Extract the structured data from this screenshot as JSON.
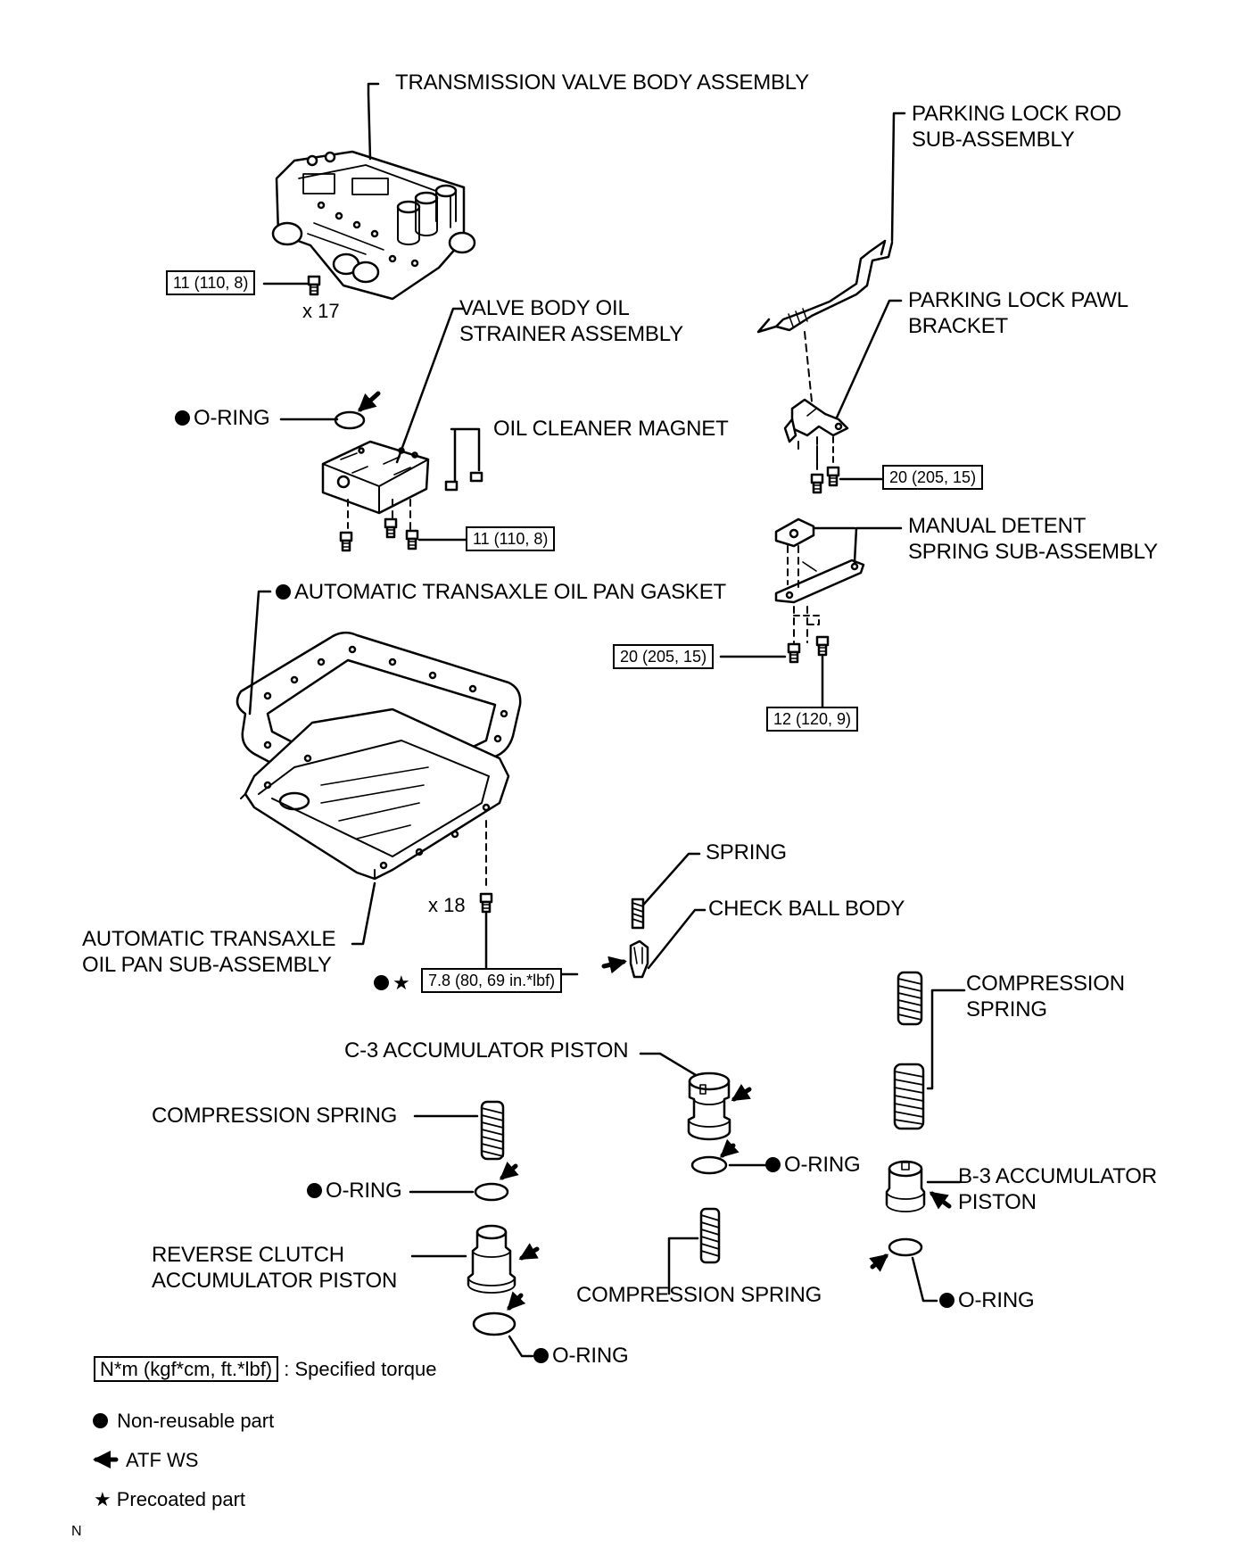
{
  "labels": {
    "valve_body": "TRANSMISSION VALVE BODY ASSEMBLY",
    "parking_rod": [
      "PARKING LOCK ROD",
      "SUB-ASSEMBLY"
    ],
    "parking_pawl": [
      "PARKING LOCK PAWL",
      "BRACKET"
    ],
    "strainer": [
      "VALVE BODY OIL",
      "STRAINER ASSEMBLY"
    ],
    "oring_1": "O-RING",
    "magnet": "OIL CLEANER MAGNET",
    "manual_detent": [
      "MANUAL DETENT",
      "SPRING SUB-ASSEMBLY"
    ],
    "pan_gasket": "AUTOMATIC TRANSAXLE OIL PAN GASKET",
    "oil_pan": [
      "AUTOMATIC TRANSAXLE",
      "OIL PAN SUB-ASSEMBLY"
    ],
    "spring": "SPRING",
    "check_ball": "CHECK BALL BODY",
    "comp_spring_right": [
      "COMPRESSION",
      "SPRING"
    ],
    "c3_piston": "C-3 ACCUMULATOR PISTON",
    "comp_spring_left": "COMPRESSION SPRING",
    "oring_c3": "O-RING",
    "oring_left": "O-RING",
    "b3_piston": [
      "B-3 ACCUMULATOR",
      "PISTON"
    ],
    "reverse_piston": [
      "REVERSE CLUTCH",
      "ACCUMULATOR PISTON"
    ],
    "comp_spring_mid": "COMPRESSION SPRING",
    "oring_b3": "O-RING",
    "oring_reverse": "O-RING"
  },
  "torques": {
    "valve_body_bolt": "11 (110, 8)",
    "strainer_bolt": "11 (110, 8)",
    "pawl_bracket_bolt": "20 (205, 15)",
    "detent_bolt": "20 (205, 15)",
    "detent_bolt_2": "12 (120, 9)",
    "oil_pan_bolt": "7.8 (80, 69 in.*lbf)"
  },
  "quantities": {
    "valve_body_bolts": "x 17",
    "oil_pan_bolts": "x 18"
  },
  "legend": {
    "torque_box": "N*m (kgf*cm, ft.*lbf)",
    "torque_text": ": Specified torque",
    "non_reusable": "Non-reusable part",
    "atf": "ATF WS",
    "precoated": "Precoated part"
  },
  "corner_mark": "N"
}
